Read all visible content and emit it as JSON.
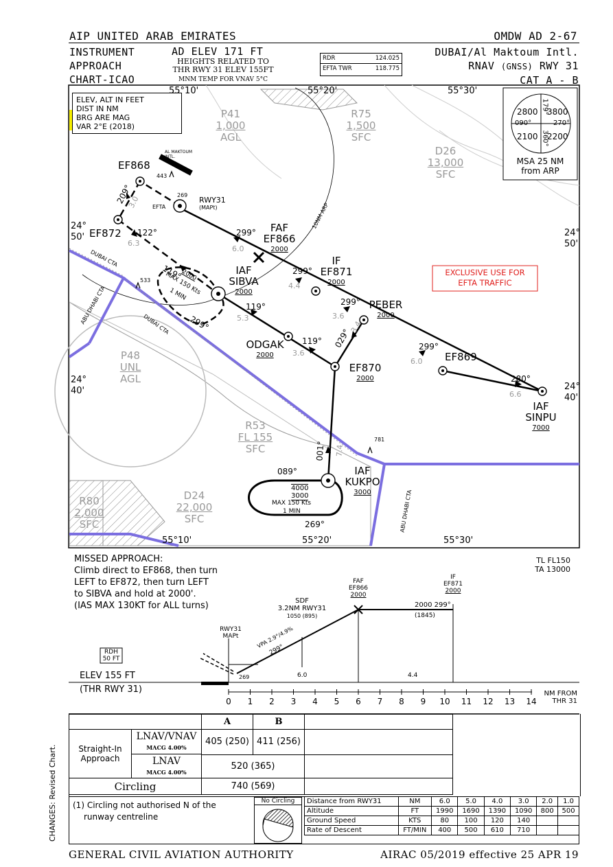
{
  "header": {
    "left_title": "AIP UNITED ARAB EMIRATES",
    "right_title": "OMDW AD 2-67",
    "chart_type": [
      "INSTRUMENT",
      "APPROACH",
      "CHART-ICAO"
    ],
    "ad_elev": "AD ELEV 171 FT",
    "heights": [
      "HEIGHTS RELATED TO",
      "THR RWY 31 ELEV 155FT"
    ],
    "mnm_temp": "MNM TEMP FOR VNAV 5°C",
    "freqs": [
      {
        "name": "RDR",
        "value": "124.025"
      },
      {
        "name": "EFTA TWR",
        "value": "118.775"
      }
    ],
    "airport": "DUBAI/Al Maktoum Intl.",
    "procedure_prefix": "RNAV",
    "procedure_gnss": "(GNSS)",
    "procedure_rwy": "RWY 31",
    "category": "CAT A - B"
  },
  "plan": {
    "info_box": [
      "ELEV, ALT IN FEET",
      "DIST IN NM",
      "BRG ARE MAG",
      "VAR 2°E (2018)"
    ],
    "lon_labels": [
      "55°10'",
      "55°20'",
      "55°30'"
    ],
    "lat_labels": [
      [
        "24°",
        "50'"
      ],
      [
        "24°",
        "40'"
      ]
    ],
    "airspaces": [
      {
        "name": "P41",
        "value": "1,000",
        "ref": "AGL"
      },
      {
        "name": "R75",
        "value": "1,500",
        "ref": "SFC"
      },
      {
        "name": "D26",
        "value": "13,000",
        "ref": "SFC"
      },
      {
        "name": "P48",
        "value": "UNL",
        "ref": "AGL"
      },
      {
        "name": "R53",
        "value": "FL 155",
        "ref": "SFC"
      },
      {
        "name": "R80",
        "value": "2,000",
        "ref": "SFC"
      },
      {
        "name": "D24",
        "value": "22,000",
        "ref": "SFC"
      }
    ],
    "boundaries": {
      "dubai_cta": "DUBAI CTA",
      "abu_dhabi_cta": "ABU DHABI CTA",
      "arc": "10NM ARP"
    },
    "airport_name": [
      "AL MAKTOUM",
      "INTL."
    ],
    "obstacles": {
      "o1": "443",
      "o2": "533",
      "o3": "781",
      "thr": "269"
    },
    "efta": "EFTA",
    "rwy_mapt": [
      "RWY31",
      "(MAPt)"
    ],
    "exclusive": [
      "EXCLUSIVE USE FOR",
      "EFTA TRAFFIC"
    ],
    "fixes": {
      "ef868": "EF868",
      "ef872": "EF872",
      "faf": "FAF",
      "ef866": "EF866",
      "ef866_alt": "2000",
      "if": "IF",
      "ef871": "EF871",
      "ef871_alt": "2000",
      "peber": "PEBER",
      "peber_alt": "2000",
      "iaf": "IAF",
      "sibva": "SIBVA",
      "sibva_alt": "2000",
      "odgak": "ODGAK",
      "odgak_alt": "2000",
      "ef870": "EF870",
      "ef870_alt": "2000",
      "ef869": "EF869",
      "sinpu": "SINPU",
      "sinpu_alt": "7000",
      "kukpo": "KUKPO",
      "kukpo_alt": "3000"
    },
    "legs": {
      "ma1_brg": "209°",
      "ma1_dist": "3.0",
      "ma2_brg": "122°",
      "ma2_dist": "6.3",
      "faf_brg": "299°",
      "faf_dist": "6.0",
      "if_brg": "299°",
      "if_dist": "4.4",
      "peb_brg": "299°",
      "peb_dist": "3.6",
      "ef869_brg": "299°",
      "ef869_dist": "6.0",
      "sinpu_brg": "280°",
      "sinpu_dist": "6.6",
      "sib_brg": "119°",
      "sib_dist": "5.3",
      "odg_brg": "119°",
      "odg_dist": "3.6",
      "ef870_brg": "029°",
      "ef870_dist": "3.4",
      "kuk_brg": "001°",
      "kuk_dist": "7.4"
    },
    "holds": {
      "sibva_in": "119°",
      "sibva_out": "299°",
      "sibva_alt": "2000",
      "sibva_speed": "MAX 150 Kts",
      "sibva_time": "1 MIN",
      "kukpo_in": "089°",
      "kukpo_out": "269°",
      "kukpo_max": "4000",
      "kukpo_min": "3000",
      "kukpo_speed": "MAX 150 Kts",
      "kukpo_time": "1 MIN"
    },
    "msa": {
      "n": "179°",
      "s": "360°",
      "w": "090°",
      "e": "270°",
      "nw": "2800",
      "ne": "3800",
      "sw": "2100",
      "se": "2200",
      "label1": "MSA 25 NM",
      "label2": "from ARP"
    }
  },
  "missed": {
    "title": "MISSED APPROACH:",
    "lines": [
      "Climb direct to EF868, then turn",
      "LEFT to EF872, then turn LEFT",
      "to SIBVA and hold at 2000'.",
      "(IAS MAX 130KT for ALL turns)"
    ],
    "tl": "TL FL150",
    "ta": "TA 13000"
  },
  "profile": {
    "faf": "FAF",
    "faf_name": "EF866",
    "faf_alt": "2000",
    "if": "IF",
    "if_name": "EF871",
    "if_alt": "2000",
    "sdf": "SDF",
    "sdf_dist": "3.2NM RWY31",
    "sdf_alt": "1050 (895)",
    "seg_alt": "2000",
    "seg_brg": "299°",
    "seg_hgt": "(1845)",
    "mapt": [
      "RWY31",
      "MAPt"
    ],
    "vpa": "VPA 2.9°/4.9%",
    "brg": "299°",
    "rdh": [
      "RDH",
      "50 FT"
    ],
    "thr": "269",
    "dist1": "6.0",
    "dist2": "4.4",
    "elev": "ELEV 155 FT",
    "thr_rwy": "(THR RWY 31)",
    "scale_ticks": [
      "0",
      "1",
      "2",
      "3",
      "4",
      "5",
      "6",
      "7",
      "8",
      "9",
      "10",
      "11",
      "12",
      "13",
      "14"
    ],
    "nm_from": [
      "NM FROM",
      "THR 31"
    ]
  },
  "minima": {
    "col_a": "A",
    "col_b": "B",
    "straight_in": [
      "Straight-In",
      "Approach"
    ],
    "lnav_vnav": "LNAV/VNAV",
    "macg1": "MACG 4.00%",
    "lnav_vnav_a": "405 (250)",
    "lnav_vnav_b": "411 (256)",
    "lnav": "LNAV",
    "macg2": "MACG 4.00%",
    "lnav_ab": "520 (365)",
    "circling": "Circling",
    "circling_ab": "740 (569)",
    "note": [
      "(1) Circling not authorised N of the",
      "runway centreline"
    ],
    "no_circling": "No Circling"
  },
  "rod_table": {
    "rows": [
      [
        "Distance from RWY31",
        "NM",
        "6.0",
        "5.0",
        "4.0",
        "3.0",
        "2.0",
        "1.0"
      ],
      [
        "Altitude",
        "FT",
        "1990",
        "1690",
        "1390",
        "1090",
        "800",
        "500"
      ],
      [
        "Ground Speed",
        "KTS",
        "80",
        "100",
        "120",
        "140",
        "",
        ""
      ],
      [
        "Rate of Descent",
        "FT/MIN",
        "400",
        "500",
        "610",
        "710",
        "",
        ""
      ]
    ]
  },
  "footer": {
    "changes": "CHANGES: Revised Chart.",
    "authority": "GENERAL CIVIL AVIATION AUTHORITY",
    "airac": "AIRAC 05/2019 effective 25 APR 19"
  },
  "colors": {
    "boundary": "#7b6ee0",
    "red": "#e0201e",
    "grey": "#9a9a9a",
    "yellow": "#f7f000"
  }
}
